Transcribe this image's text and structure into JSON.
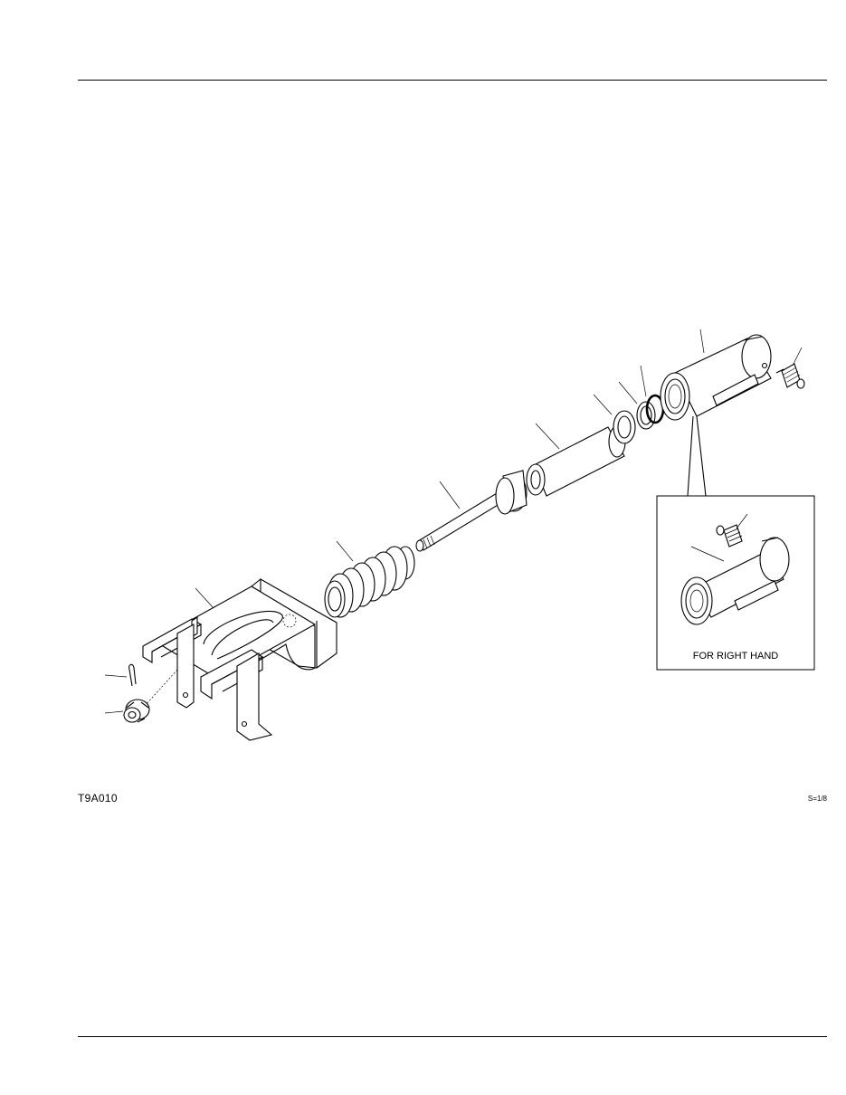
{
  "figure": {
    "code": "T9A010",
    "scale": "S=1/8",
    "inset_label": "FOR RIGHT HAND"
  }
}
